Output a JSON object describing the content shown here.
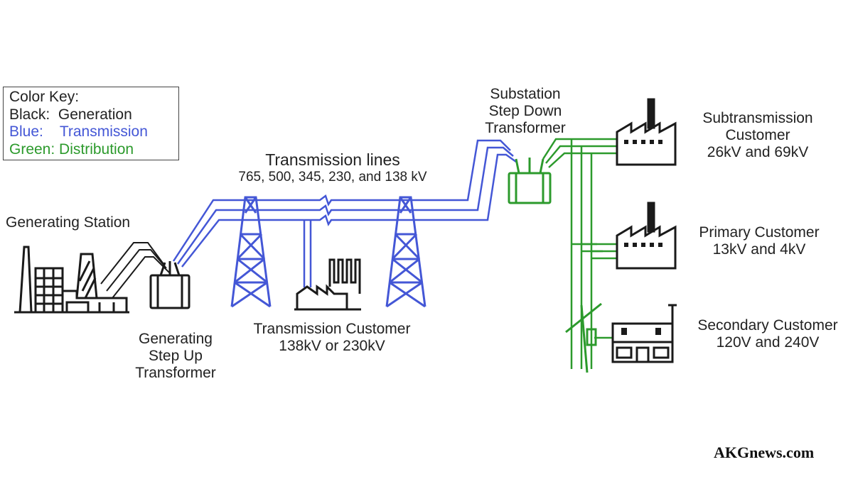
{
  "colors": {
    "generation": "#1a1a1a",
    "transmission": "#4457d6",
    "distribution": "#2c9a2c"
  },
  "color_key": {
    "title": "Color Key:",
    "generation": "Black:  Generation",
    "transmission": "Blue:    Transmission",
    "distribution": "Green: Distribution"
  },
  "labels": {
    "transmission_lines": "Transmission lines",
    "transmission_voltages": "765, 500, 345, 230, and 138 kV",
    "generating_station": "Generating Station",
    "step_up": [
      "Generating",
      "Step Up",
      "Transformer"
    ],
    "transmission_customer": [
      "Transmission Customer",
      "138kV or 230kV"
    ],
    "substation": [
      "Substation",
      "Step Down",
      "Transformer"
    ],
    "subtransmission_customer": [
      "Subtransmission",
      "Customer",
      "26kV and 69kV"
    ],
    "primary_customer": [
      "Primary Customer",
      "13kV and 4kV"
    ],
    "secondary_customer": [
      "Secondary Customer",
      "120V and 240V"
    ]
  },
  "watermark": "AKGnews.com",
  "icons": [
    "power-plant-icon",
    "transformer-icon",
    "transmission-tower-icon",
    "factory-icon",
    "house-icon",
    "utility-pole-icon"
  ]
}
